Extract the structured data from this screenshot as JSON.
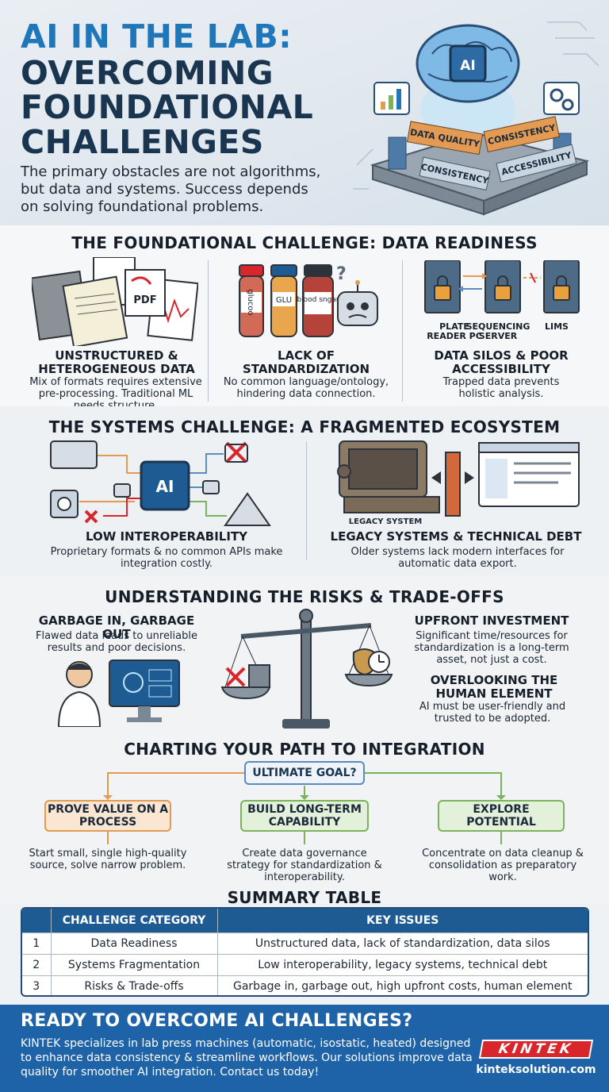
{
  "header": {
    "title_line1": "AI IN THE LAB:",
    "title_line2": "OVERCOMING",
    "title_line3": "FOUNDATIONAL",
    "title_line4": "CHALLENGES",
    "subtitle": "The primary obstacles are not algorithms, but data and systems. Success depends on solving foundational problems.",
    "illustration": {
      "chip_label": "AI",
      "blocks": [
        "DATA QUALITY",
        "CONSISTENCY",
        "CONSISTENCY",
        "ACCESSIBILITY"
      ]
    }
  },
  "data_readiness": {
    "title": "THE FOUNDATIONAL CHALLENGE: DATA READINESS",
    "doc_labels": [
      "PDF"
    ],
    "tube_labels": [
      "glucoo",
      "GLU",
      "blood sngar"
    ],
    "servers": [
      "PLATE READER PC",
      "SEQUENCING SERVER",
      "LIMS"
    ],
    "columns": [
      {
        "title": "UNSTRUCTURED & HETEROGENEOUS DATA",
        "text": "Mix of formats requires extensive pre-processing. Traditional ML needs structure."
      },
      {
        "title": "LACK OF STANDARDIZATION",
        "text": "No common language/ontology, hindering data connection."
      },
      {
        "title": "DATA SILOS & POOR ACCESSIBILITY",
        "text": "Trapped data prevents holistic analysis."
      }
    ]
  },
  "systems": {
    "title": "THE SYSTEMS CHALLENGE: A FRAGMENTED ECOSYSTEM",
    "hub_label": "AI",
    "legacy_label": "LEGACY SYSTEM",
    "columns": [
      {
        "title": "LOW INTEROPERABILITY",
        "text": "Proprietary formats & no common APIs make integration costly."
      },
      {
        "title": "LEGACY SYSTEMS & TECHNICAL DEBT",
        "text": "Older systems lack modern interfaces for automatic data export."
      }
    ]
  },
  "risks": {
    "title": "UNDERSTANDING THE RISKS & TRADE-OFFS",
    "garbage": {
      "title": "GARBAGE IN, GARBAGE OUT",
      "text": "Flawed data leads to unreliable results and poor decisions."
    },
    "investment": {
      "title": "UPFRONT INVESTMENT",
      "text": "Significant time/resources for standardization is a long-term asset, not just a cost."
    },
    "human": {
      "title": "OVERLOOKING THE HUMAN ELEMENT",
      "text": "AI must be user-friendly and trusted to be adopted."
    }
  },
  "path": {
    "title": "CHARTING YOUR PATH TO INTEGRATION",
    "goal": "ULTIMATE GOAL?",
    "options": [
      {
        "label": "PROVE VALUE ON A PROCESS",
        "text": "Start small, single high-quality source, solve narrow problem."
      },
      {
        "label": "BUILD LONG-TERM CAPABILITY",
        "text": "Create data governance strategy for standardization & interoperability."
      },
      {
        "label": "EXPLORE POTENTIAL",
        "text": "Concentrate on data cleanup & consolidation as preparatory work."
      }
    ]
  },
  "summary": {
    "title": "SUMMARY TABLE",
    "headers": [
      "",
      "CHALLENGE CATEGORY",
      "KEY ISSUES"
    ],
    "rows": [
      {
        "num": "1",
        "category": "Data Readiness",
        "issues": "Unstructured data, lack of standardization, data silos"
      },
      {
        "num": "2",
        "category": "Systems Fragmentation",
        "issues": "Low interoperability, legacy systems, technical debt"
      },
      {
        "num": "3",
        "category": "Risks & Trade-offs",
        "issues": "Garbage in, garbage out, high upfront costs, human element"
      }
    ]
  },
  "footer": {
    "title": "READY TO OVERCOME AI CHALLENGES?",
    "text": "KINTEK specializes in lab press machines (automatic, isostatic, heated) designed to enhance data consistency & streamline workflows. Our solutions improve data quality for smoother AI integration. Contact us today!",
    "logo": "KINTEK",
    "url": "kinteksolution.com"
  },
  "colors": {
    "title_blue": "#1f76b8",
    "navy": "#1a3550",
    "orange": "#e39a53",
    "green": "#7bb35a",
    "footer_blue": "#1e62a8",
    "brand_red": "#d8262c"
  }
}
